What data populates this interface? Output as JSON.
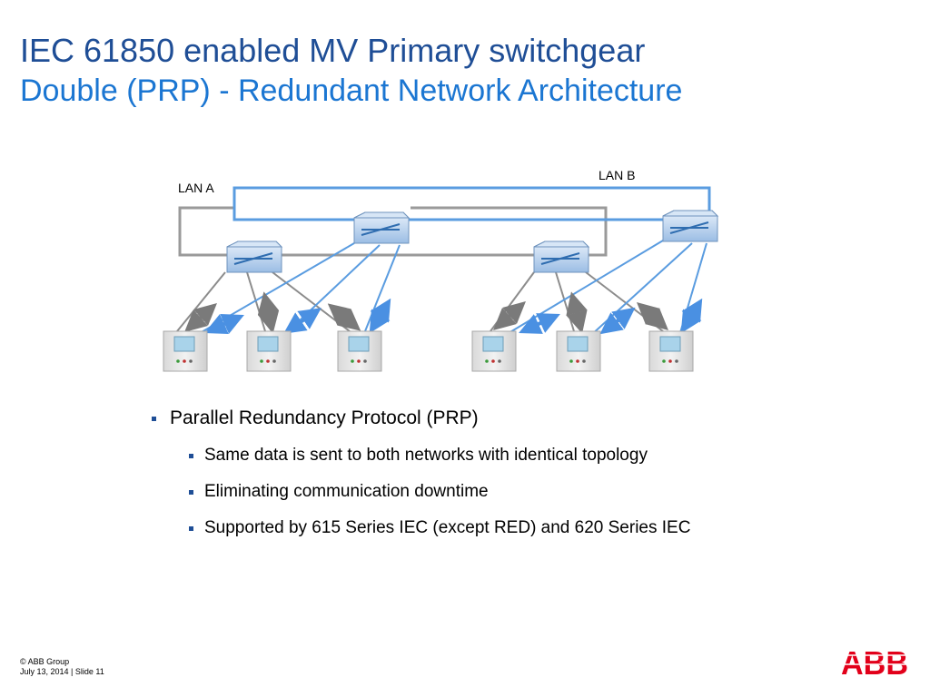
{
  "slide": {
    "title_line1": "IEC 61850 enabled MV Primary switchgear",
    "title_line2": "Double (PRP) - Redundant Network Architecture"
  },
  "diagram": {
    "lan_a_label": "LAN A",
    "lan_b_label": "LAN B",
    "colors": {
      "lan_a": "#9a9a9a",
      "lan_b": "#5a9ce0",
      "arrow_a": "#7a7a7a",
      "arrow_b": "#4a90e2"
    }
  },
  "bullets": {
    "main": "Parallel Redundancy Protocol (PRP)",
    "sub": [
      "Same data is sent to both networks with identical topology",
      "Eliminating communication downtime",
      "Supported by 615 Series IEC (except RED) and 620 Series IEC"
    ]
  },
  "footer": {
    "copyright": "© ABB Group",
    "date_slide": "July 13, 2014 | Slide 11"
  },
  "logo": {
    "text": "ABB",
    "color": "#e2001a"
  }
}
